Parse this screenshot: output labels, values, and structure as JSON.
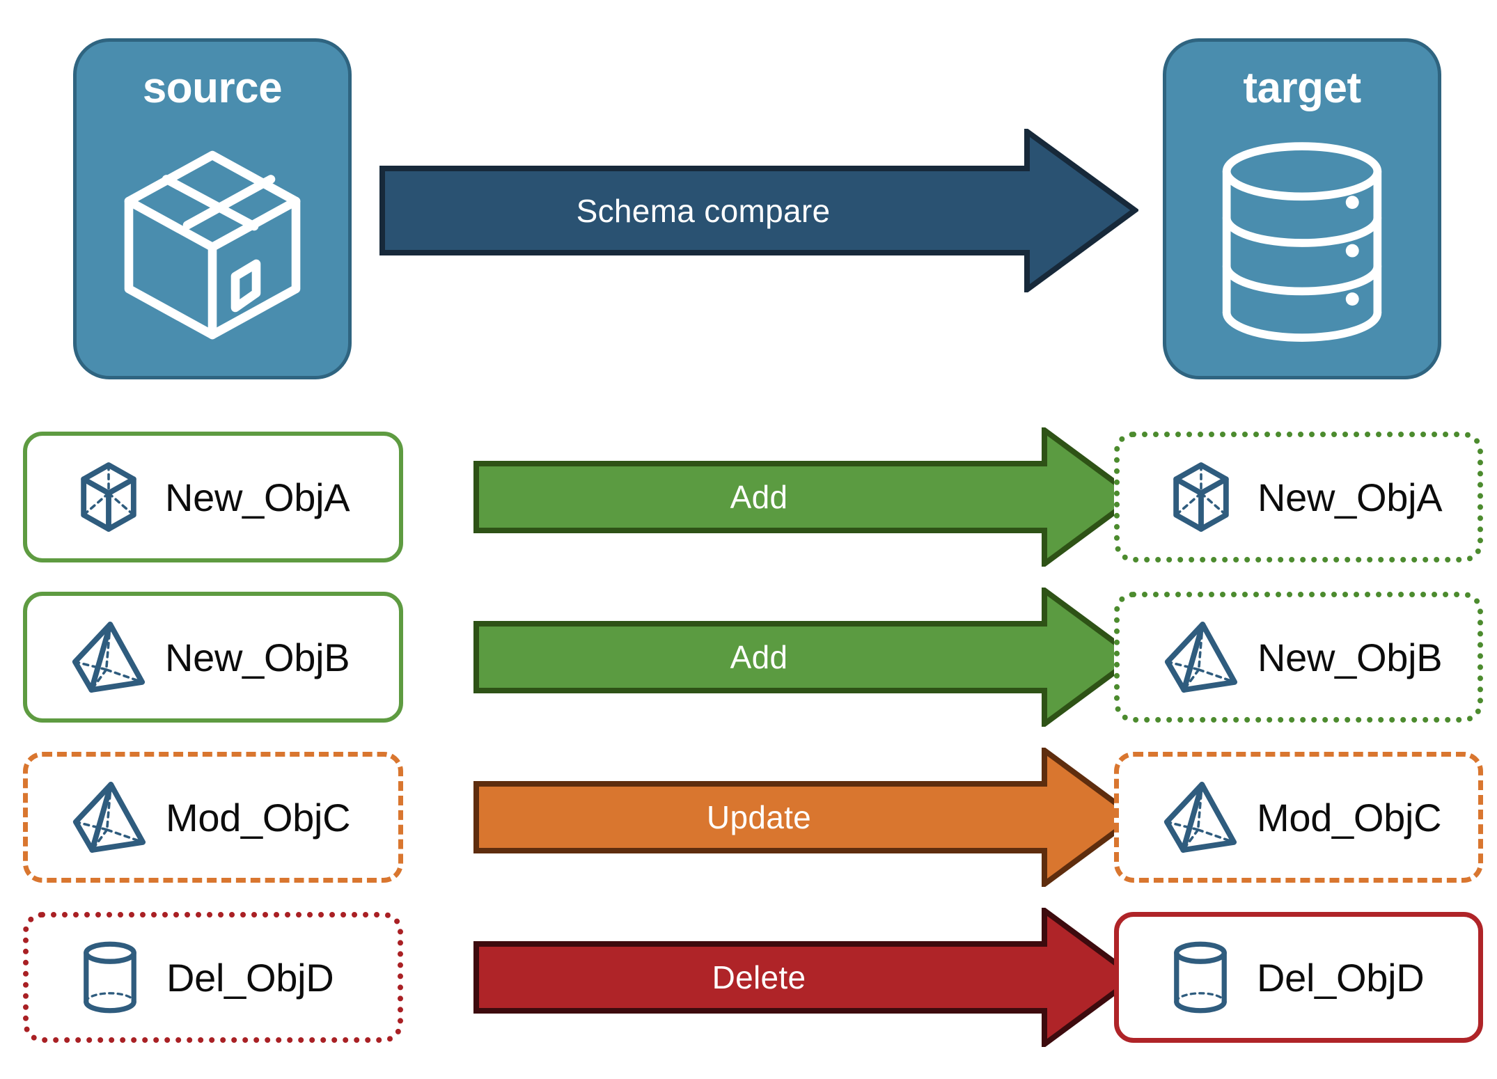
{
  "diagram": {
    "title": "Schema compare source to target",
    "background": "#ffffff"
  },
  "endpoints": {
    "source": {
      "label": "source",
      "icon": "package-box-icon",
      "fill": "#4A8DAE",
      "border": "#2F6480",
      "text_color": "#ffffff"
    },
    "target": {
      "label": "target",
      "icon": "database-cylinder-icon",
      "fill": "#4A8DAE",
      "border": "#2F6480",
      "text_color": "#ffffff"
    }
  },
  "compare_arrow": {
    "label": "Schema compare",
    "fill": "#2A5272",
    "border": "#17293A",
    "text_color": "#ffffff",
    "direction": "right"
  },
  "rows": [
    {
      "action": "Add",
      "arrow_fill": "#5B9B41",
      "arrow_border": "#2E5216",
      "source": {
        "label": "New_ObjA",
        "icon": "wireframe-cube-icon",
        "border_style": "solid",
        "border_color": "#5E9B41"
      },
      "target": {
        "label": "New_ObjA",
        "icon": "wireframe-cube-icon",
        "border_style": "dotted",
        "border_color": "#4C8B2E"
      }
    },
    {
      "action": "Add",
      "arrow_fill": "#5B9B41",
      "arrow_border": "#2E5216",
      "source": {
        "label": "New_ObjB",
        "icon": "wireframe-pyramid-icon",
        "border_style": "solid",
        "border_color": "#5E9B41"
      },
      "target": {
        "label": "New_ObjB",
        "icon": "wireframe-pyramid-icon",
        "border_style": "dotted",
        "border_color": "#4C8B2E"
      }
    },
    {
      "action": "Update",
      "arrow_fill": "#D9762F",
      "arrow_border": "#5E2D0E",
      "source": {
        "label": "Mod_ObjC",
        "icon": "wireframe-pyramid-icon",
        "border_style": "dashed",
        "border_color": "#D9762F"
      },
      "target": {
        "label": "Mod_ObjC",
        "icon": "wireframe-pyramid-icon",
        "border_style": "dashed",
        "border_color": "#D9762F"
      }
    },
    {
      "action": "Delete",
      "arrow_fill": "#AF2428",
      "arrow_border": "#3D0B0E",
      "source": {
        "label": "Del_ObjD",
        "icon": "wireframe-cylinder-icon",
        "border_style": "dotted",
        "border_color": "#A92024"
      },
      "target": {
        "label": "Del_ObjD",
        "icon": "wireframe-cylinder-icon",
        "border_style": "solid",
        "border_color": "#AF2428"
      }
    }
  ],
  "icon_color": "#2F5C7E"
}
